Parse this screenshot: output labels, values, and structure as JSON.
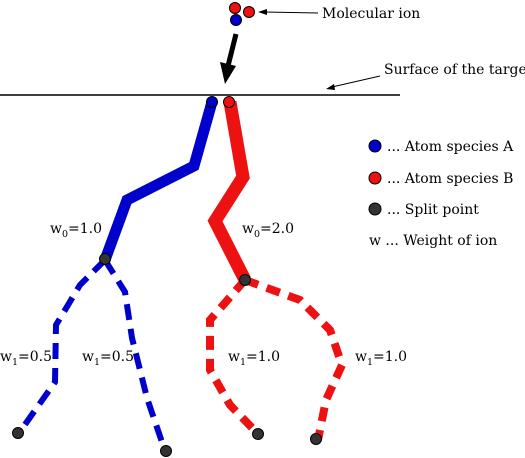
{
  "labels": {
    "molecular_ion": "Molecular ion",
    "surface": "Surface of the target"
  },
  "legend": {
    "atom_a": "... Atom species A",
    "atom_b": "... Atom species B",
    "split_point": "... Split point",
    "weight": "w ... Weight of ion"
  },
  "weights": {
    "w0_a": {
      "base": "w",
      "sub": "0",
      "value": "=1.0"
    },
    "w0_b": {
      "base": "w",
      "sub": "0",
      "value": "=2.0"
    },
    "w1_a_left": {
      "base": "w",
      "sub": "1",
      "value": "=0.5"
    },
    "w1_a_right": {
      "base": "w",
      "sub": "1",
      "value": "=0.5"
    },
    "w1_b_left": {
      "base": "w",
      "sub": "1",
      "value": "=1.0"
    },
    "w1_b_right": {
      "base": "w",
      "sub": "1",
      "value": "=1.0"
    }
  },
  "colors": {
    "species_a": "#0000cc",
    "species_b": "#ee1111",
    "split_point": "#333333",
    "surface_line": "#000000"
  }
}
